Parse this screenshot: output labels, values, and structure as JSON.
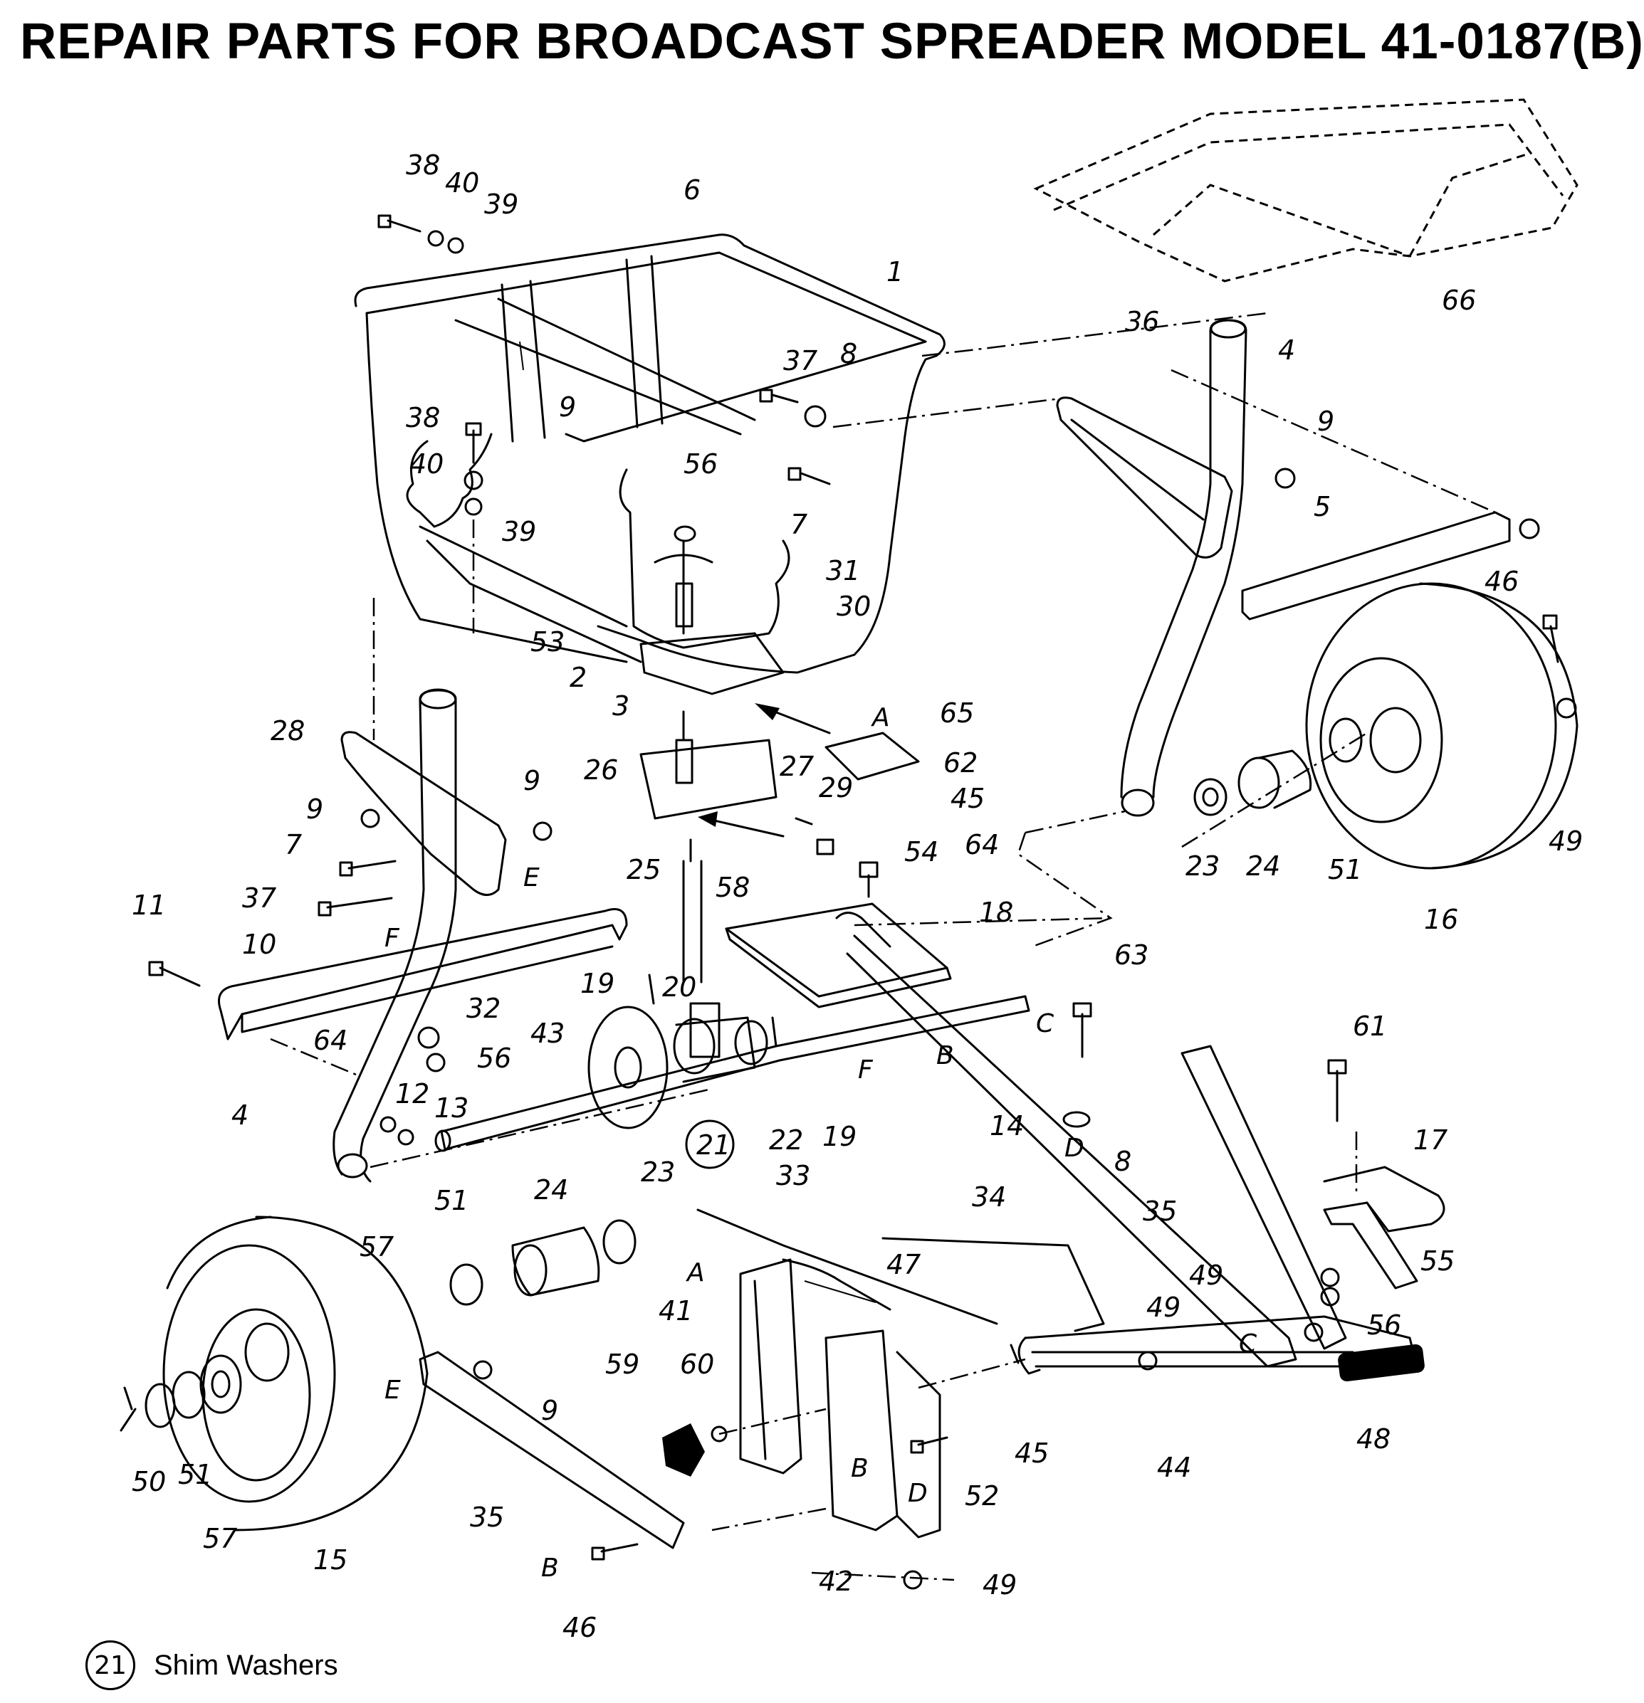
{
  "title": "REPAIR PARTS FOR BROADCAST SPREADER MODEL 41-0187(B)",
  "legend": {
    "number": "21",
    "text": "Shim Washers"
  },
  "labels": [
    "38",
    "40",
    "39",
    "6",
    "1",
    "66",
    "9",
    "37",
    "8",
    "36",
    "4",
    "38",
    "40",
    "56",
    "7",
    "9",
    "39",
    "5",
    "31",
    "30",
    "46",
    "53",
    "2",
    "3",
    "65",
    "A",
    "28",
    "62",
    "9",
    "26",
    "27",
    "29",
    "45",
    "9",
    "7",
    "E",
    "25",
    "54",
    "64",
    "23",
    "24",
    "51",
    "49",
    "37",
    "58",
    "16",
    "11",
    "10",
    "F",
    "18",
    "63",
    "19",
    "20",
    "C",
    "32",
    "B",
    "64",
    "43",
    "56",
    "F",
    "61",
    "4",
    "12",
    "13",
    "22",
    "19",
    "14",
    "D",
    "8",
    "17",
    "21",
    "23",
    "33",
    "35",
    "55",
    "51",
    "24",
    "34",
    "57",
    "47",
    "49",
    "49",
    "56",
    "A",
    "C",
    "41",
    "59",
    "60",
    "E",
    "9",
    "45",
    "48",
    "50",
    "51",
    "57",
    "35",
    "44",
    "52",
    "B",
    "D",
    "15",
    "B",
    "42",
    "49",
    "46"
  ]
}
